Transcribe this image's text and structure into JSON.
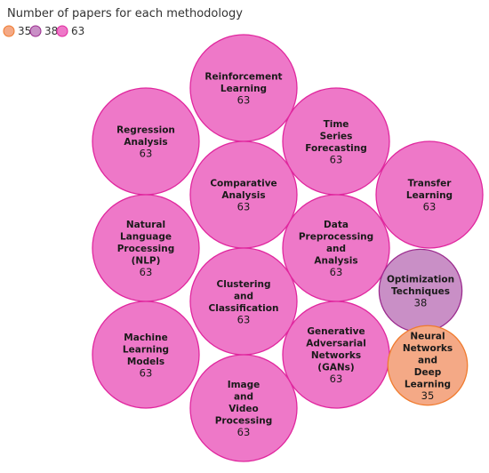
{
  "chart_data": {
    "type": "bubble",
    "title": "Number of papers for each methodology",
    "legend": {
      "placement": "top-left",
      "entries": [
        {
          "label": "35",
          "color": "#f4a986",
          "stroke": "#f07b2e"
        },
        {
          "label": "38",
          "color": "#c98fc6",
          "stroke": "#9b2b8e"
        },
        {
          "label": "63",
          "color": "#ee78c8",
          "stroke": "#e0279e"
        }
      ]
    },
    "bubbles": [
      {
        "lines": [
          "Reinforcement",
          "Learning"
        ],
        "value": 63
      },
      {
        "lines": [
          "Regression",
          "Analysis"
        ],
        "value": 63
      },
      {
        "lines": [
          "Time",
          "Series",
          "Forecasting"
        ],
        "value": 63
      },
      {
        "lines": [
          "Comparative",
          "Analysis"
        ],
        "value": 63
      },
      {
        "lines": [
          "Transfer",
          "Learning"
        ],
        "value": 63
      },
      {
        "lines": [
          "Natural",
          "Language",
          "Processing",
          "(NLP)"
        ],
        "value": 63
      },
      {
        "lines": [
          "Data",
          "Preprocessing",
          "and",
          "Analysis"
        ],
        "value": 63
      },
      {
        "lines": [
          "Clustering",
          "and",
          "Classification"
        ],
        "value": 63
      },
      {
        "lines": [
          "Optimization",
          "Techniques"
        ],
        "value": 38
      },
      {
        "lines": [
          "Machine",
          "Learning",
          "Models"
        ],
        "value": 63
      },
      {
        "lines": [
          "Generative",
          "Adversarial",
          "Networks",
          "(GANs)"
        ],
        "value": 63
      },
      {
        "lines": [
          "Neural",
          "Networks",
          "and",
          "Deep",
          "Learning"
        ],
        "value": 35
      },
      {
        "lines": [
          "Image",
          "and",
          "Video",
          "Processing"
        ],
        "value": 63
      }
    ]
  }
}
